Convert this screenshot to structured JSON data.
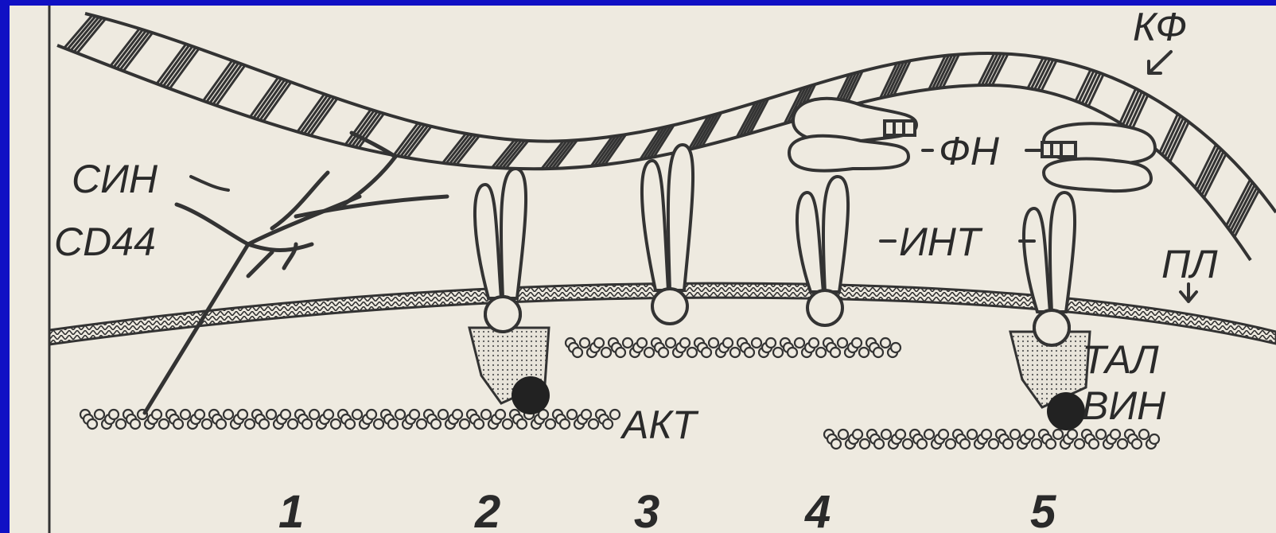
{
  "labels": {
    "kf": "КФ",
    "fn": "ФН",
    "int": "ИНТ",
    "pl": "ПЛ",
    "syn": "СИН",
    "cd44": "CD44",
    "akt": "АКТ",
    "tal": "ТАЛ",
    "vin": "ВИН"
  },
  "numbers": [
    "1",
    "2",
    "3",
    "4",
    "5"
  ],
  "colors": {
    "frame": "#1010c4",
    "paper": "#eeeae0",
    "ink": "#2a2a2a"
  }
}
